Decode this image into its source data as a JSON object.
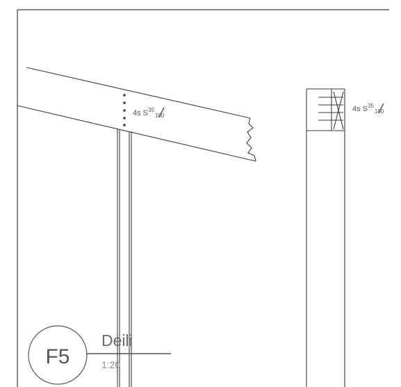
{
  "detail": {
    "id": "F5",
    "title": "Deili",
    "scale": "1:20"
  },
  "annotations": {
    "left": {
      "prefix": "4s S",
      "sup": "35",
      "sub": "100"
    },
    "right": {
      "prefix": "4s S",
      "sup": "35",
      "sub": "100"
    }
  },
  "colors": {
    "line": "#3a3a3a",
    "text": "#555555",
    "paper": "#ffffff"
  }
}
